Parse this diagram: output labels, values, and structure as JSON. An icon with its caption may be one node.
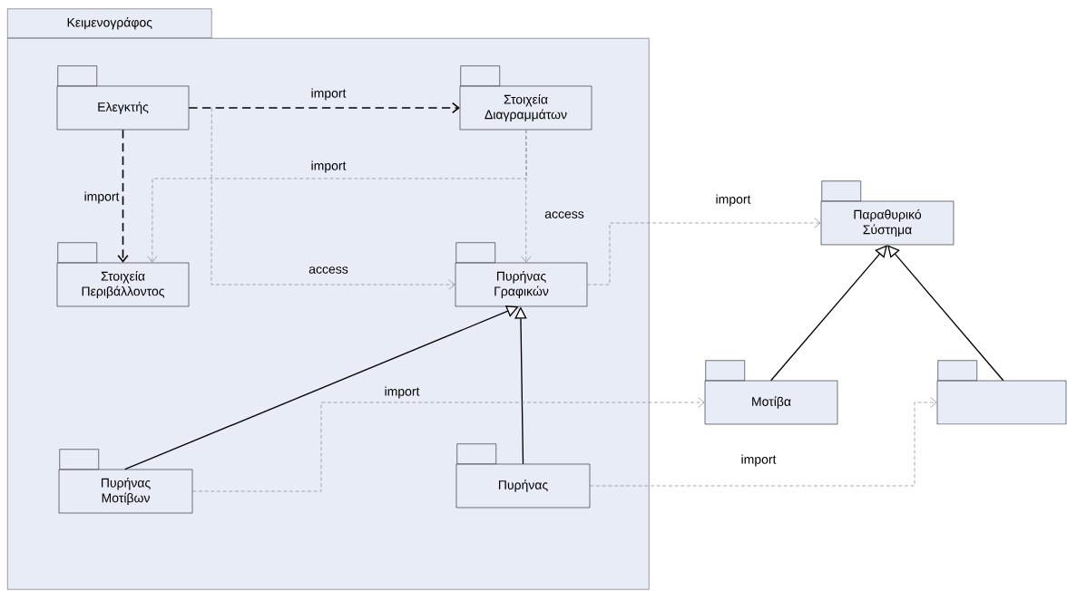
{
  "diagram": {
    "nodes": [
      {
        "text": [
          "Κειμενογράφος"
        ]
      },
      {
        "text": [
          "Ελεγκτής"
        ],
        "in": 0
      },
      {
        "text": [
          "Στοιχεία Διαγραμμάτων"
        ],
        "in": 0
      },
      {
        "text": [
          "Στοιχεία Περιβάλλοντος"
        ],
        "in": 0
      },
      {
        "text": [
          "Πυρήνας Γραφικών"
        ],
        "in": 0
      },
      {
        "text": [
          "Πυρήνας Μοτίβων"
        ],
        "in": 0
      },
      {
        "text": [
          "Πυρήνας"
        ],
        "in": 0
      },
      {
        "text": [
          "Παραθυρικό Σύστημα"
        ]
      },
      {
        "text": [
          "Μοτίβα"
        ]
      },
      {
        "text": [],
        "shape": "box"
      }
    ],
    "edges": [
      {
        "from": 1,
        "to": 2,
        "arrow": "to",
        "label": "import",
        "style": "dashed"
      },
      {
        "from": 1,
        "to": 3,
        "arrow": "to",
        "label": "import",
        "style": "dashed"
      },
      {
        "from": 2,
        "to": 3,
        "arrow": "to",
        "label": "import",
        "style": "dashed",
        "color": "#808080"
      },
      {
        "from": 1,
        "to": 4,
        "arrow": "to",
        "label": "access",
        "style": "dashed",
        "color": "#808080"
      },
      {
        "from": 2,
        "to": 4,
        "arrow": "to",
        "label": "access",
        "style": "dashed",
        "color": "#808080"
      },
      {
        "from": 4,
        "to": 7,
        "arrow": "to",
        "label": "import",
        "style": "dashed",
        "color": "#808080"
      },
      {
        "from": 5,
        "to": 4,
        "arrow": "to"
      },
      {
        "from": 6,
        "to": 4,
        "arrow": "to"
      },
      {
        "from": 5,
        "to": 8,
        "arrow": "to",
        "label": "import",
        "style": "dashed",
        "color": "#808080"
      },
      {
        "from": 6,
        "to": 9,
        "arrow": "to",
        "label": "import",
        "style": "dashed",
        "color": "#808080"
      },
      {
        "from": 8,
        "to": 7,
        "arrow": "to"
      },
      {
        "from": 9,
        "to": 7,
        "arrow": "to"
      }
    ]
  }
}
